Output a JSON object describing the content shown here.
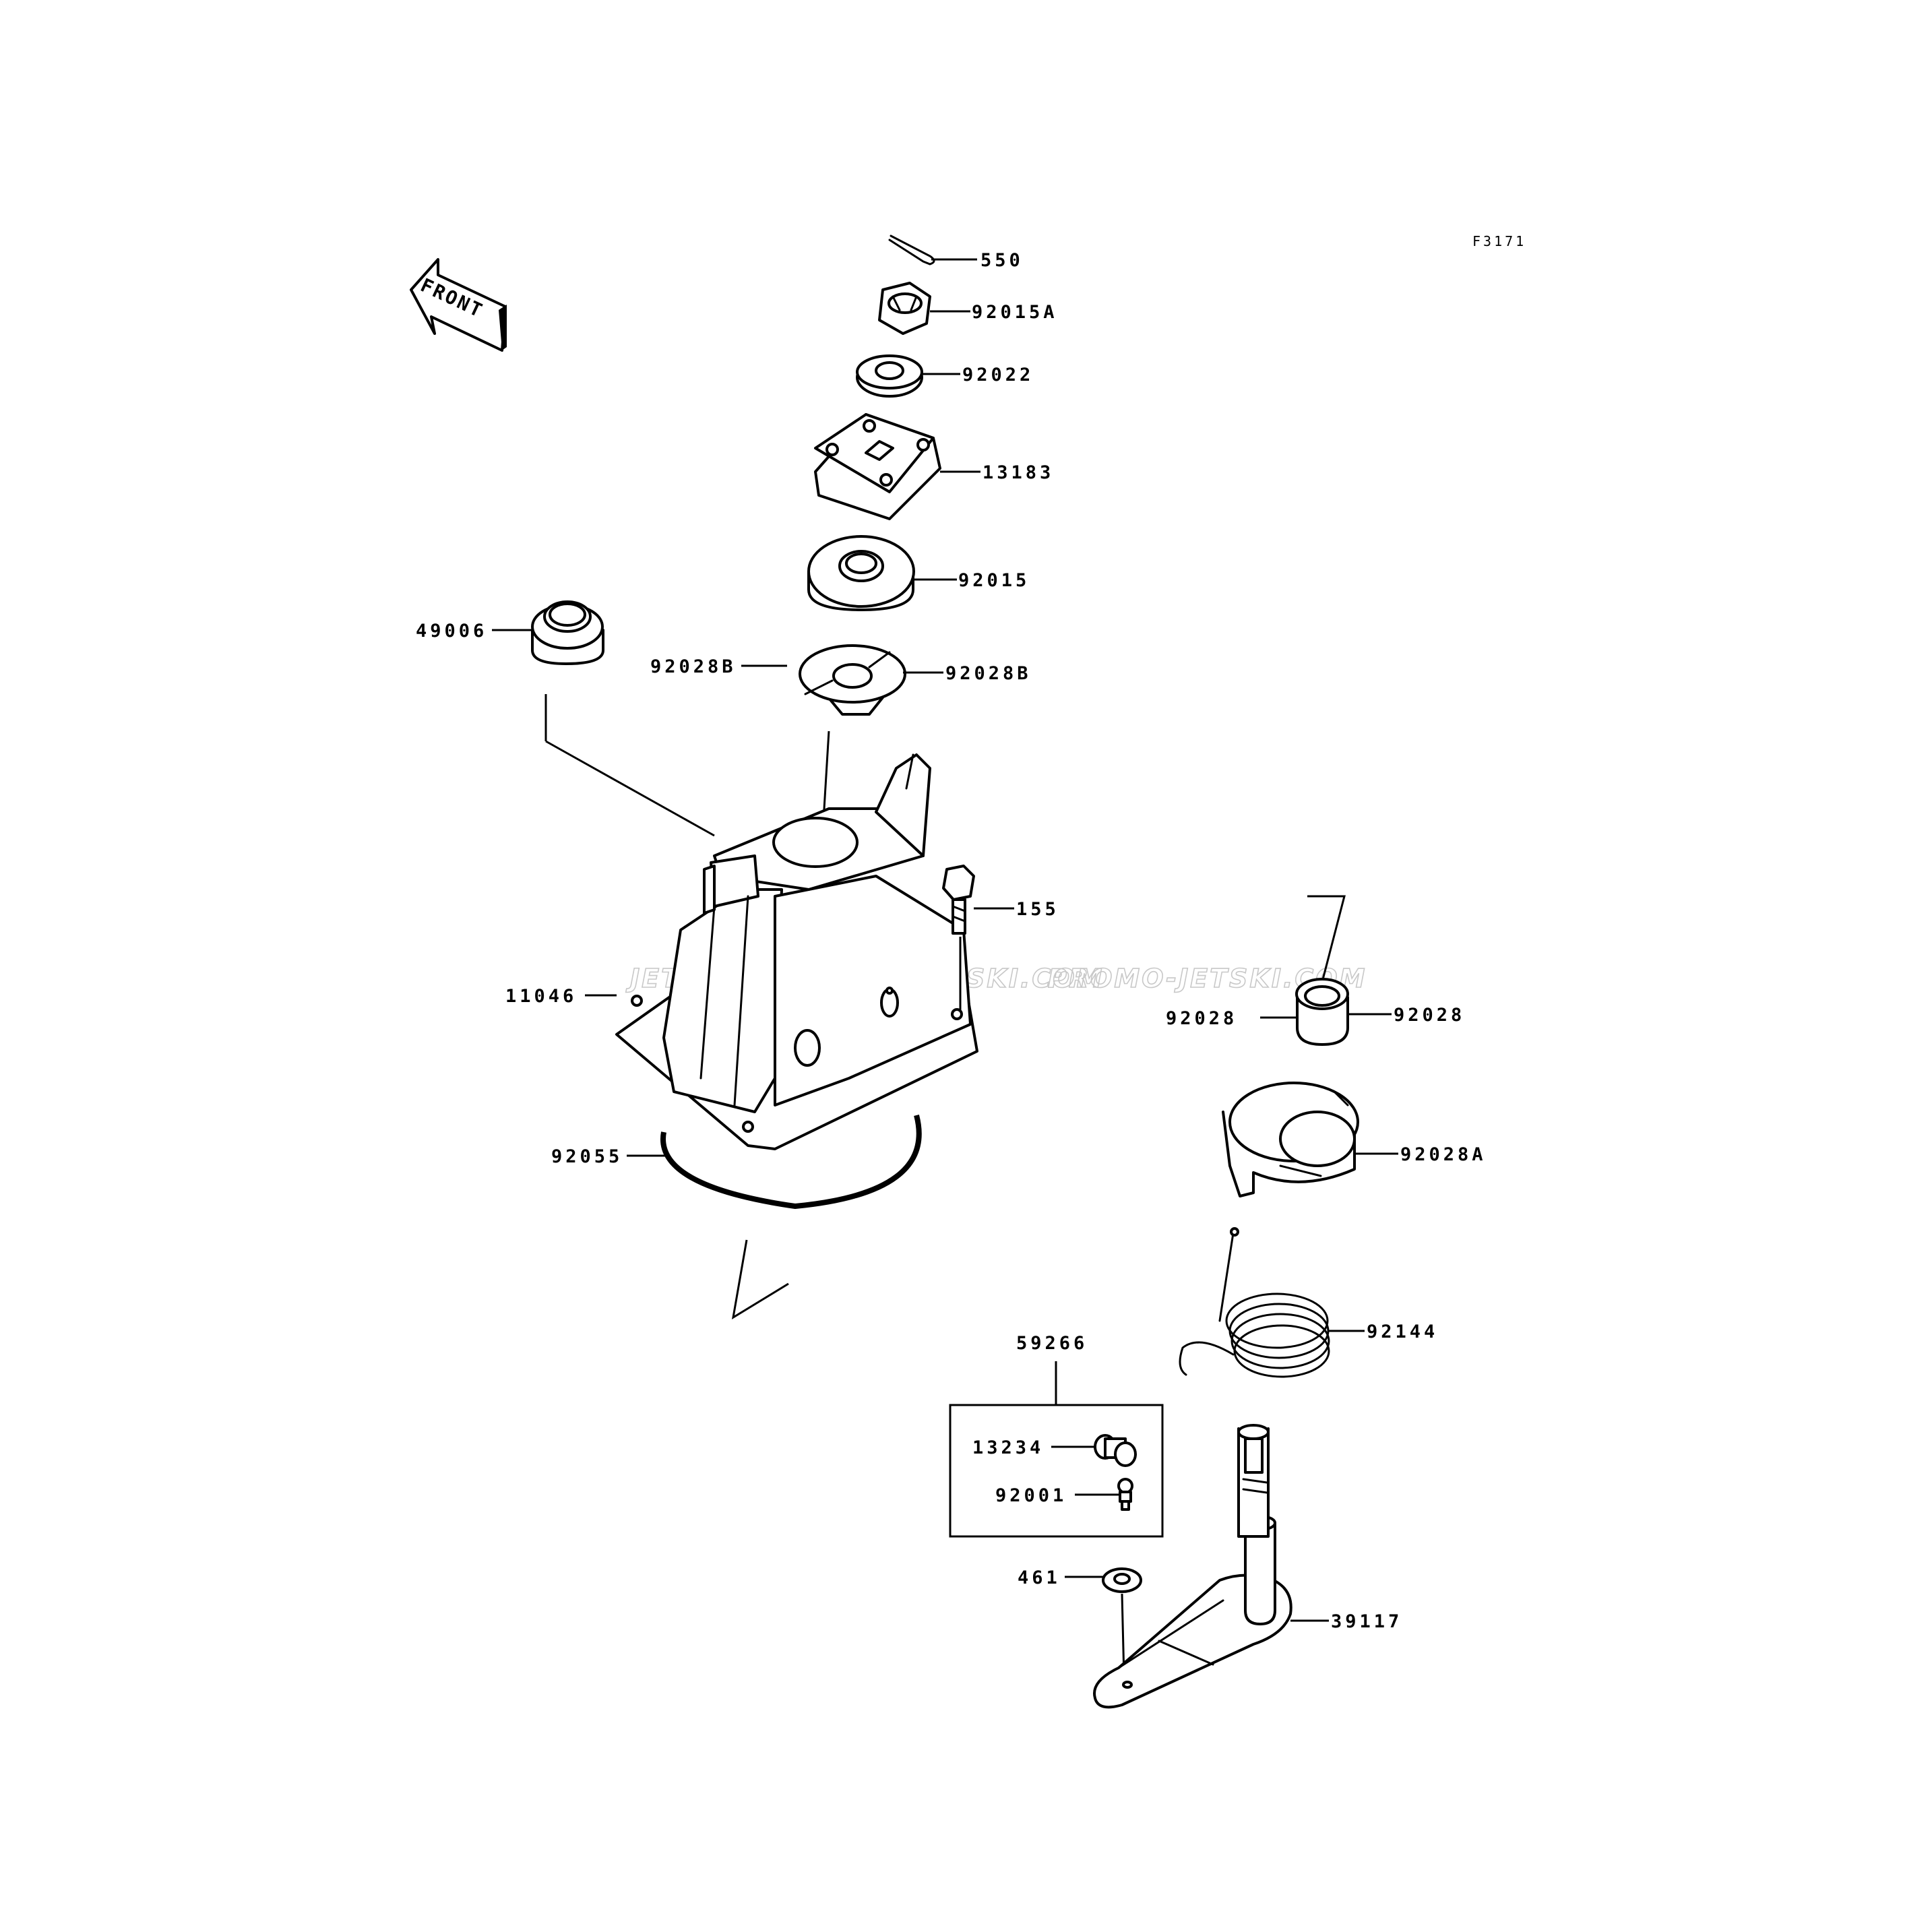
{
  "diagram_code": "F3171",
  "direction_label": "FRONT",
  "watermarks": [
    "JETSKI.COM",
    "PROMO-JETSKI.COM",
    "PROMO-JETSKI.COM"
  ],
  "parts": {
    "p550": "550",
    "p92015a": "92015A",
    "p92022": "92022",
    "p13183": "13183",
    "p92015": "92015",
    "p49006": "49006",
    "p92028b_left": "92028B",
    "p92028b_right": "92028B",
    "p155": "155",
    "p11046": "11046",
    "p92028_left": "92028",
    "p92028_right": "92028",
    "p92028a": "92028A",
    "p92055": "92055",
    "p92144": "92144",
    "p59266": "59266",
    "p13234": "13234",
    "p92001": "92001",
    "p461": "461",
    "p39117": "39117"
  }
}
